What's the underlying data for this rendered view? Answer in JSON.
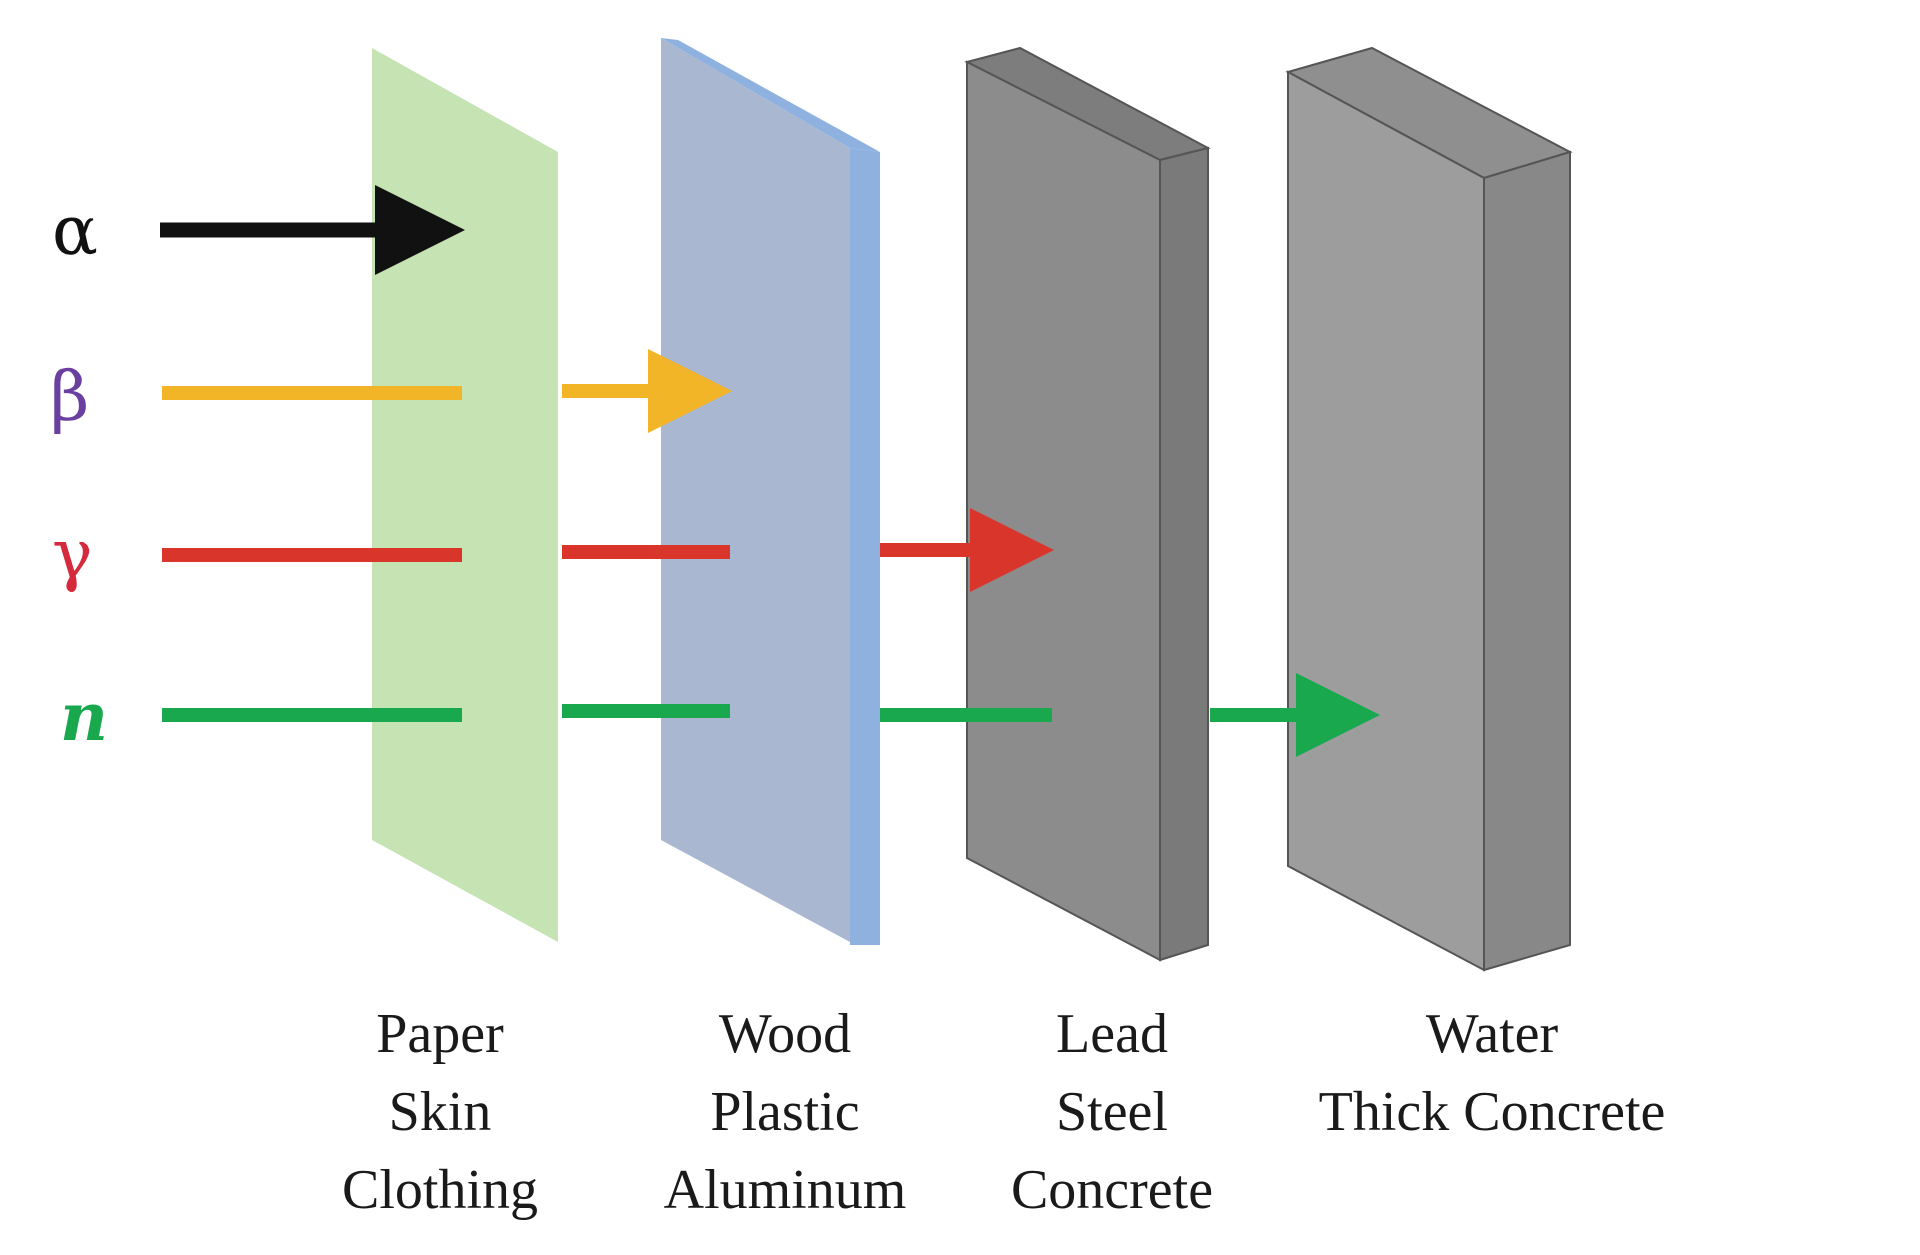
{
  "radiation": [
    {
      "symbol": "α",
      "name": "alpha",
      "color": "#111111"
    },
    {
      "symbol": "β",
      "name": "beta",
      "color": "#f2b527"
    },
    {
      "symbol": "γ",
      "name": "gamma",
      "color": "#d9352b"
    },
    {
      "symbol": "n",
      "name": "neutron",
      "color": "#1aa84f"
    }
  ],
  "symbol_colors": {
    "alpha": "#111111",
    "beta": "#6a3fa0",
    "gamma": "#d42a3c",
    "neutron": "#1aa84f"
  },
  "barriers": [
    {
      "name": "paper-barrier",
      "color": "#c5e3b3",
      "labels": [
        "Paper",
        "Skin",
        "Clothing"
      ]
    },
    {
      "name": "wood-barrier",
      "color": "#a9b7d1",
      "edge_color": "#8fb1e0",
      "labels": [
        "Wood",
        "Plastic",
        "Aluminum"
      ]
    },
    {
      "name": "lead-barrier",
      "color": "#8c8c8c",
      "labels": [
        "Lead",
        "Steel",
        "Concrete"
      ]
    },
    {
      "name": "water-barrier",
      "color": "#9d9d9d",
      "labels": [
        "Water",
        "Thick Concrete"
      ]
    }
  ]
}
